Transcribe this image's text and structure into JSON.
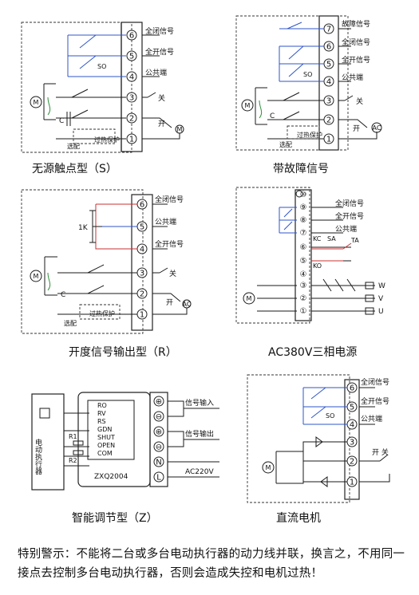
{
  "panels": {
    "s": {
      "caption": "无源触点型（S）",
      "labels": {
        "full_close": "全闭信号",
        "full_open": "全开信号",
        "common": "公共端",
        "close": "关",
        "open": "开",
        "cap": "C",
        "motor": "M",
        "select": "选配",
        "thermal": "过热保护",
        "so": "SO",
        "m2": "M"
      },
      "terminals": [
        "6",
        "5",
        "4",
        "3",
        "2",
        "1"
      ]
    },
    "fault": {
      "caption": "带故障信号",
      "labels": {
        "fault": "故障信号",
        "full_close": "全闭信号",
        "full_open": "全开信号",
        "common": "公共端",
        "close": "关",
        "open": "开",
        "cap": "C",
        "motor": "M",
        "select": "选配",
        "thermal": "过热保护",
        "ac": "AC",
        "so": "SO"
      },
      "terminals": [
        "7",
        "6",
        "5",
        "4",
        "3",
        "2",
        "1"
      ]
    },
    "r": {
      "caption": "开度信号输出型（R）",
      "labels": {
        "full_close": "全闭信号",
        "common": "公共端",
        "full_open": "全开信号",
        "pot": "1K",
        "close": "关",
        "open": "开",
        "cap": "C",
        "motor": "M",
        "select": "选配",
        "thermal": "过热保护",
        "ac": "AC"
      },
      "terminals": [
        "6",
        "5",
        "4",
        "3",
        "2",
        "1"
      ]
    },
    "ac380": {
      "caption": "AC380V三相电源",
      "labels": {
        "full_close": "全闭信号",
        "full_open": "全开信号",
        "common": "公共端",
        "kc": "KC",
        "ko": "KO",
        "ta": "TA",
        "sa": "SA",
        "w": "W",
        "v": "V",
        "u": "U",
        "motor": "M"
      },
      "terminals": [
        "⑩",
        "⑨",
        "⑧",
        "⑦",
        "⑥",
        "⑤",
        "④",
        "③",
        "②",
        "①"
      ]
    },
    "z": {
      "caption": "智能调节型（Z）",
      "actuator": "电动执行器",
      "r1": "R1",
      "r2": "R2",
      "pins": [
        "RO",
        "RV",
        "RS",
        "GDN",
        "SHUT",
        "OPEN",
        "COM"
      ],
      "model": "ZXQ2004",
      "signal_in": "信号输入",
      "signal_out": "信号输出",
      "power": "AC220V",
      "terminals": [
        "⊕",
        "⊖",
        "⊕",
        "⊖",
        "N",
        "L"
      ]
    },
    "dc": {
      "caption": "直流电机",
      "labels": {
        "full_close": "全闭信号",
        "full_open": "全开信号",
        "common": "公共端",
        "open_close": "开 关",
        "motor": "M",
        "so": "SO"
      },
      "terminals": [
        "6",
        "5",
        "4",
        "3",
        "2",
        "1"
      ]
    }
  },
  "warning": "特别警示：不能将二台或多台电动执行器的动力线并联，换言之，不用同一接点去控制多台电动执行器，否则会造成失控和电机过热！"
}
